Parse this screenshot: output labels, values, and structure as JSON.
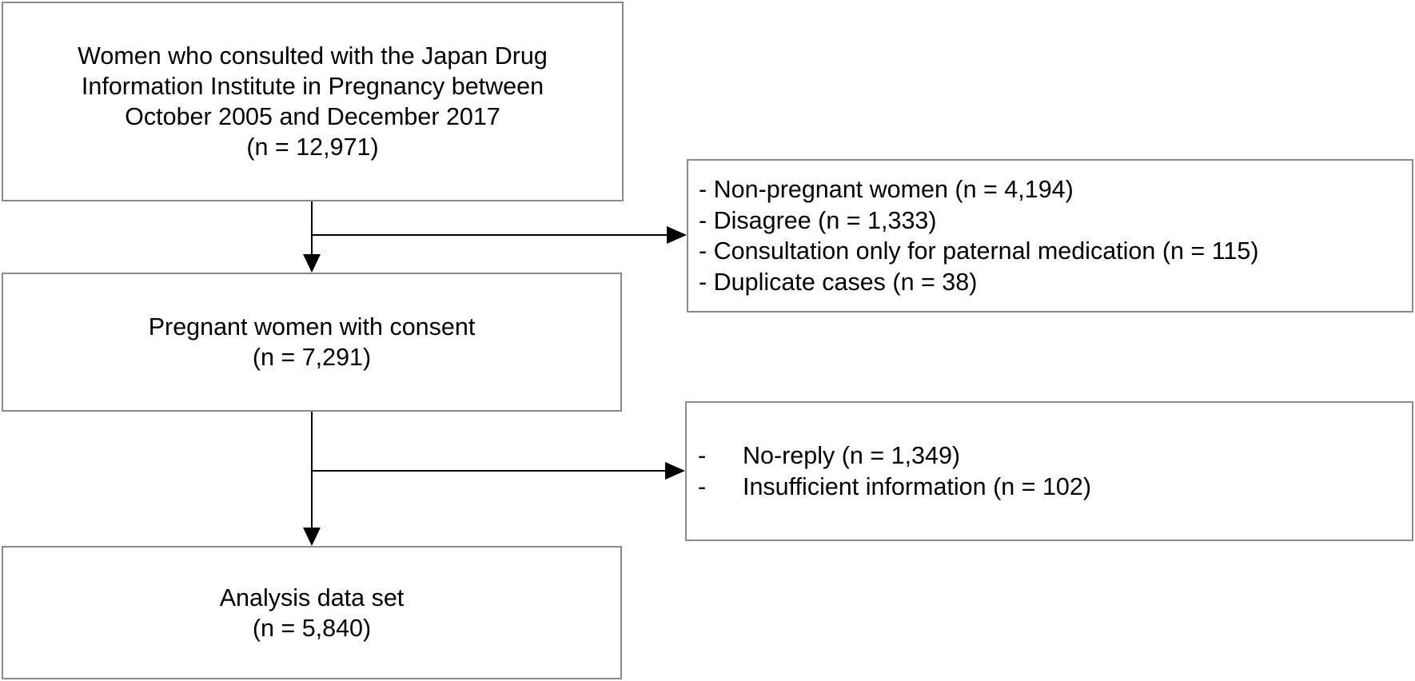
{
  "boxes": {
    "initial": {
      "lines": [
        "Women who consulted with the Japan Drug",
        "Information Institute in Pregnancy between",
        "October 2005 and December 2017",
        "(n = 12,971)"
      ]
    },
    "consent": {
      "lines": [
        "Pregnant women with consent",
        "(n = 7,291)"
      ]
    },
    "analysis": {
      "lines": [
        "Analysis data set",
        "(n = 5,840)"
      ]
    },
    "exclusion1": {
      "items": [
        "- Non-pregnant women (n = 4,194)",
        "- Disagree (n = 1,333)",
        "- Consultation only for paternal medication (n = 115)",
        "- Duplicate cases (n = 38)"
      ]
    },
    "exclusion2": {
      "items": [
        {
          "dash": "-",
          "text": "No-reply (n = 1,349)"
        },
        {
          "dash": "-",
          "text": "Insufficient information (n = 102)"
        }
      ]
    }
  }
}
